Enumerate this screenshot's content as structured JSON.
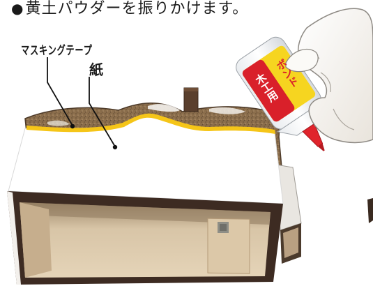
{
  "caption": {
    "bullet": "●",
    "text": "黄土パウダーを振りかけます。"
  },
  "labels": {
    "masking_tape": "マスキングテープ",
    "paper": "紙"
  },
  "bottle": {
    "line1": "木工用",
    "line2": "ボンド"
  },
  "colors": {
    "tape": "#f5c518",
    "paper": "#ffffff",
    "terrain": "#8a6e4e",
    "box_frame": "#3d2b22",
    "box_interior": "#cdb79a",
    "glove": "#f8f6f2",
    "bottle_label_bg": "#f6d520",
    "bottle_label_red": "#d9202a",
    "nozzle": "#e0242c"
  }
}
